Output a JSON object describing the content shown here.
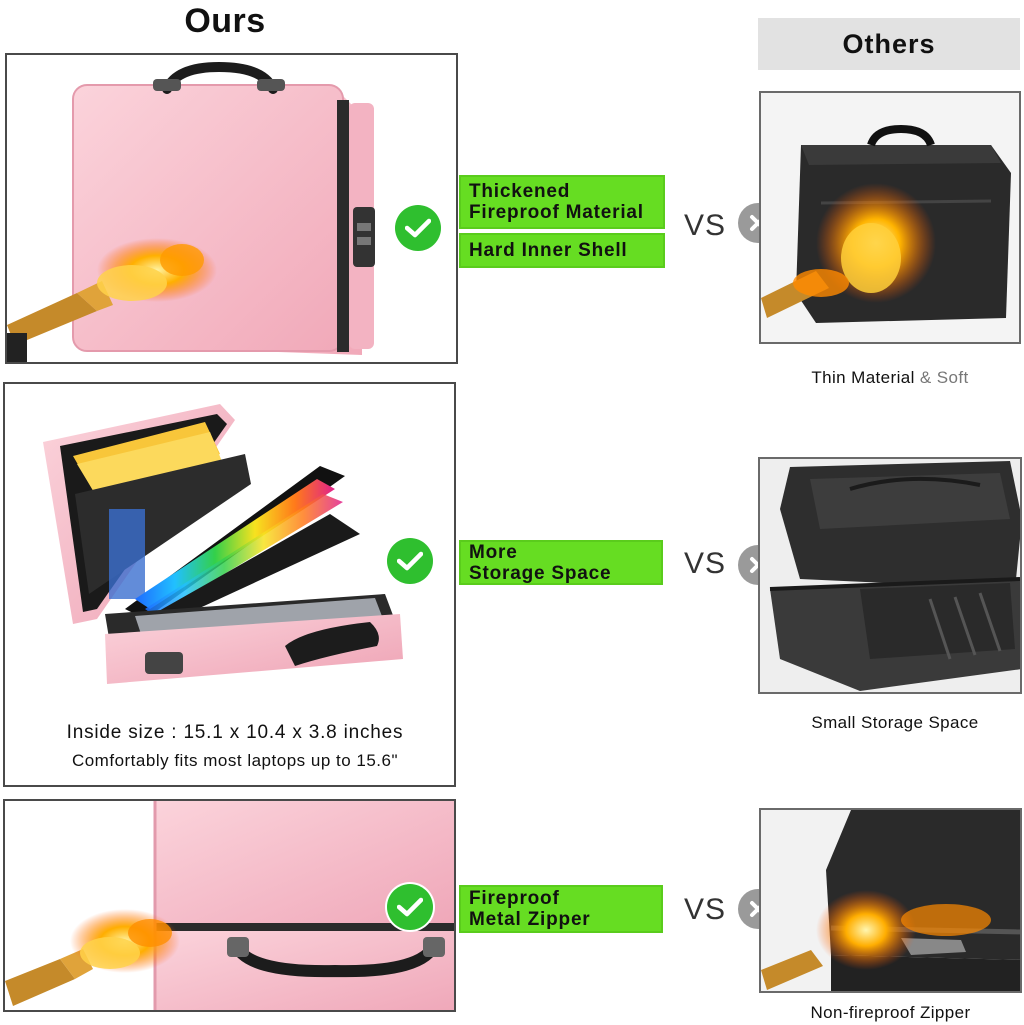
{
  "header": {
    "ours": "Ours",
    "others": "Others"
  },
  "rows": [
    {
      "labels": [
        "Thickened",
        "Fireproof Material"
      ],
      "label2": "Hard Inner Shell",
      "vs": "VS",
      "caption_main": "Thin Material",
      "caption_extra": " & Soft"
    },
    {
      "labels": [
        "More",
        "Storage Space"
      ],
      "vs": "VS",
      "inside_size": "Inside size : 15.1 x 10.4 x 3.8 inches",
      "fits": "Comfortably fits most laptops up to 15.6\"",
      "caption_main": "Small Storage Space"
    },
    {
      "labels": [
        "Fireproof",
        "Metal Zipper"
      ],
      "vs": "VS",
      "caption_main": "Non-fireproof Zipper"
    }
  ],
  "colors": {
    "green_label": "#66dd22",
    "check_green": "#2fbf2f",
    "x_grey": "#9a9a9a",
    "case_pink": "#f6b9c6"
  }
}
